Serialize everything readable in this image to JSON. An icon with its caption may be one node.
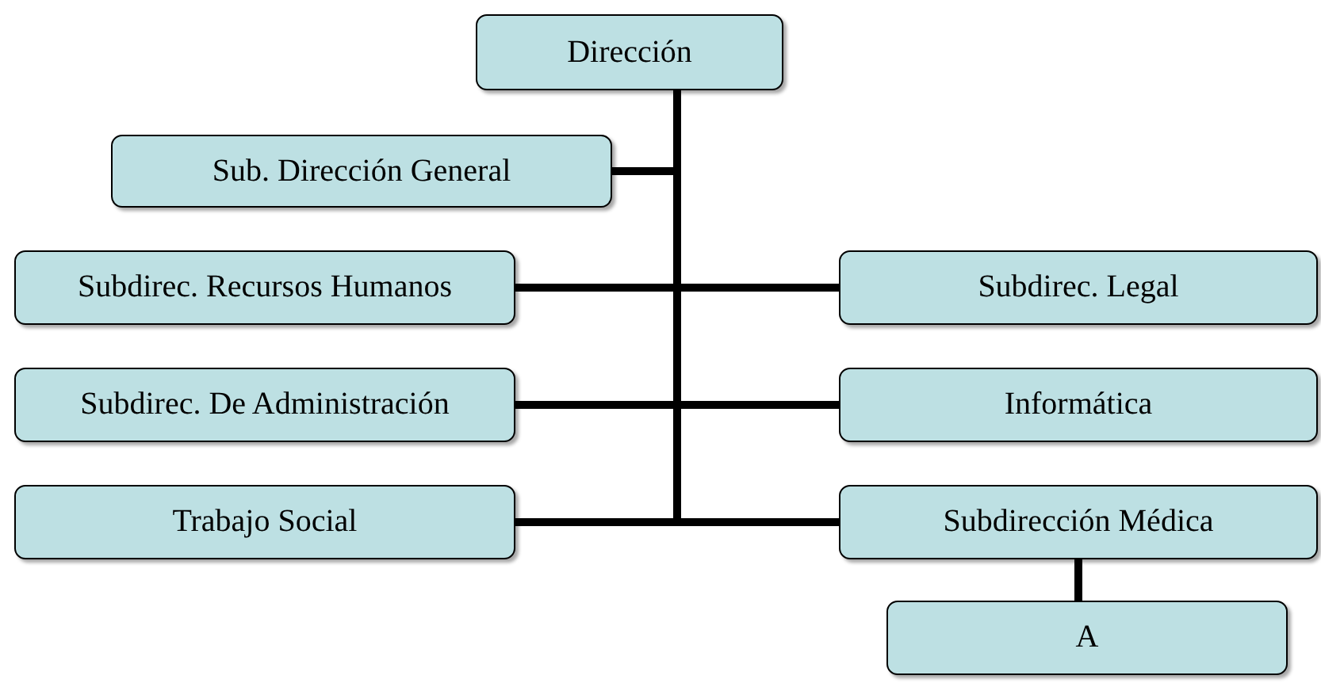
{
  "diagram": {
    "nodes": [
      {
        "text": [
          "Dirección"
        ]
      },
      {
        "text": [
          "Sub. Dirección General"
        ]
      },
      {
        "text": [
          "Subdirec. Recursos Humanos"
        ]
      },
      {
        "text": [
          "Subdirec. Legal"
        ]
      },
      {
        "text": [
          "Subdirec. De Administración"
        ]
      },
      {
        "text": [
          "Informática"
        ]
      },
      {
        "text": [
          "Trabajo Social"
        ]
      },
      {
        "text": [
          "Subdirección Médica"
        ]
      },
      {
        "text": [
          "A"
        ]
      }
    ],
    "edges": [
      {
        "from": 0,
        "to": 1,
        "arrow": "none"
      },
      {
        "from": 0,
        "to": 2,
        "arrow": "none"
      },
      {
        "from": 0,
        "to": 3,
        "arrow": "none"
      },
      {
        "from": 0,
        "to": 4,
        "arrow": "none"
      },
      {
        "from": 0,
        "to": 5,
        "arrow": "none"
      },
      {
        "from": 0,
        "to": 6,
        "arrow": "none"
      },
      {
        "from": 0,
        "to": 7,
        "arrow": "none"
      },
      {
        "from": 7,
        "to": 8,
        "arrow": "none"
      }
    ]
  }
}
